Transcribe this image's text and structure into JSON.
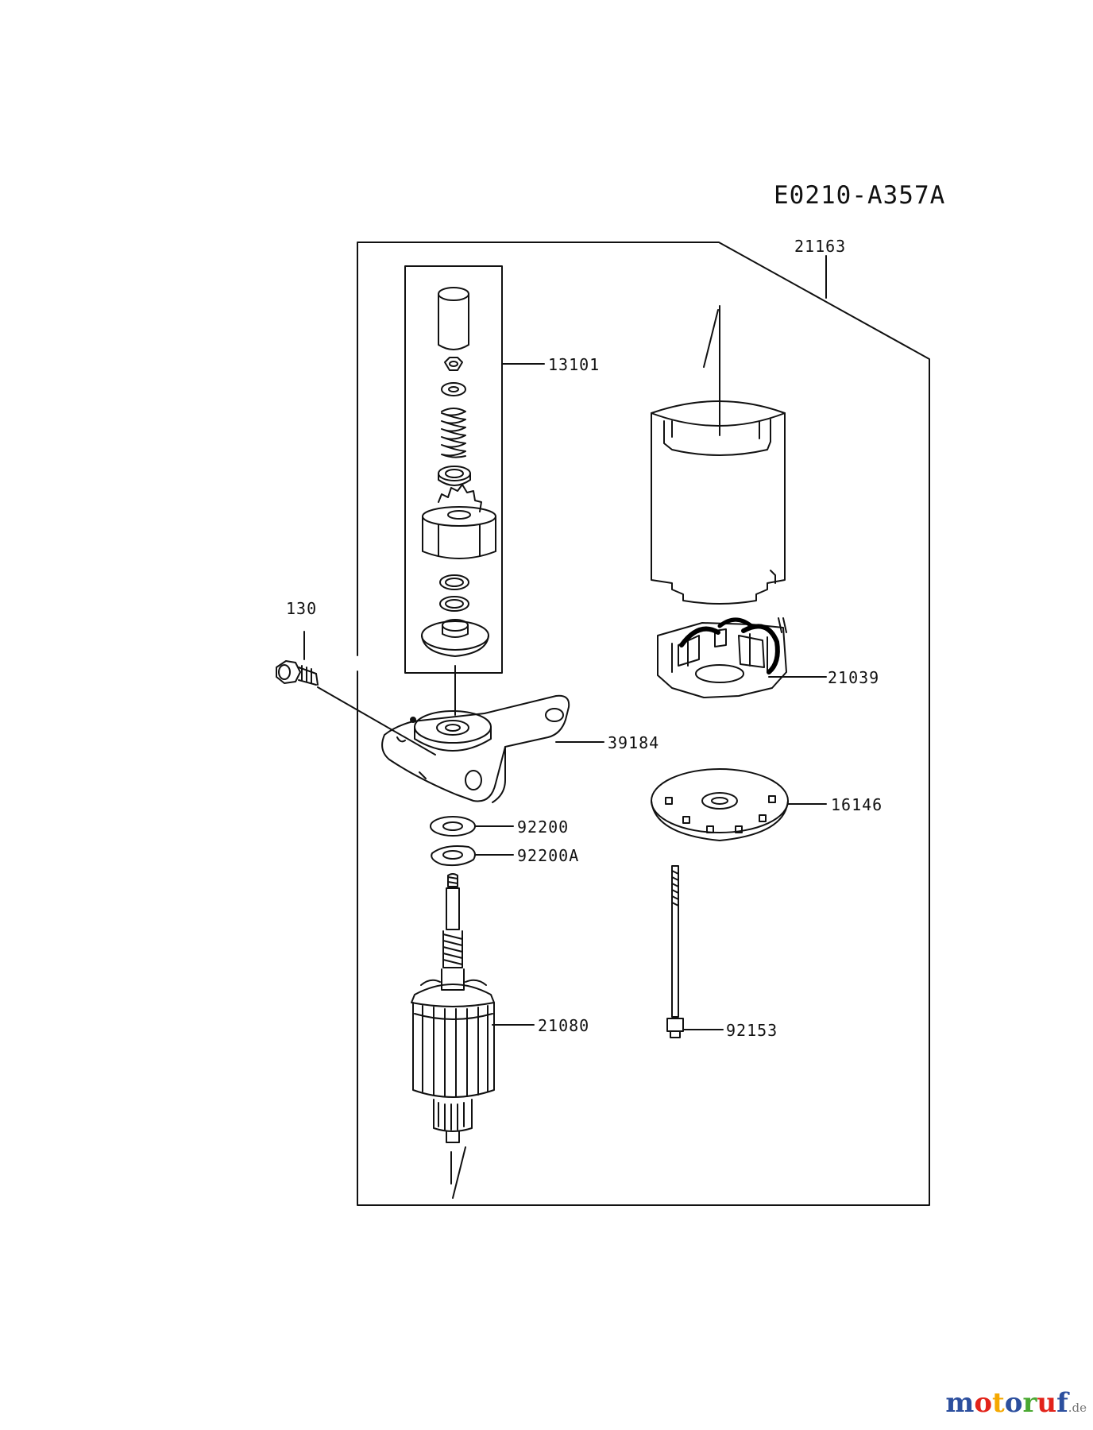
{
  "diagram_code": "E0210-A357A",
  "parts": {
    "p21163": "21163",
    "p13101": "13101",
    "p130": "130",
    "p21039": "21039",
    "p39184": "39184",
    "p16146": "16146",
    "p92200": "92200",
    "p92200A": "92200A",
    "p21080": "21080",
    "p92153": "92153"
  },
  "watermark": {
    "brand": "motoruf",
    "suffix": ".de",
    "colors": [
      "#2c4f9e",
      "#e2231a",
      "#f5a800",
      "#2c4f9e",
      "#4aa832",
      "#e2231a",
      "#2c4f9e"
    ]
  }
}
